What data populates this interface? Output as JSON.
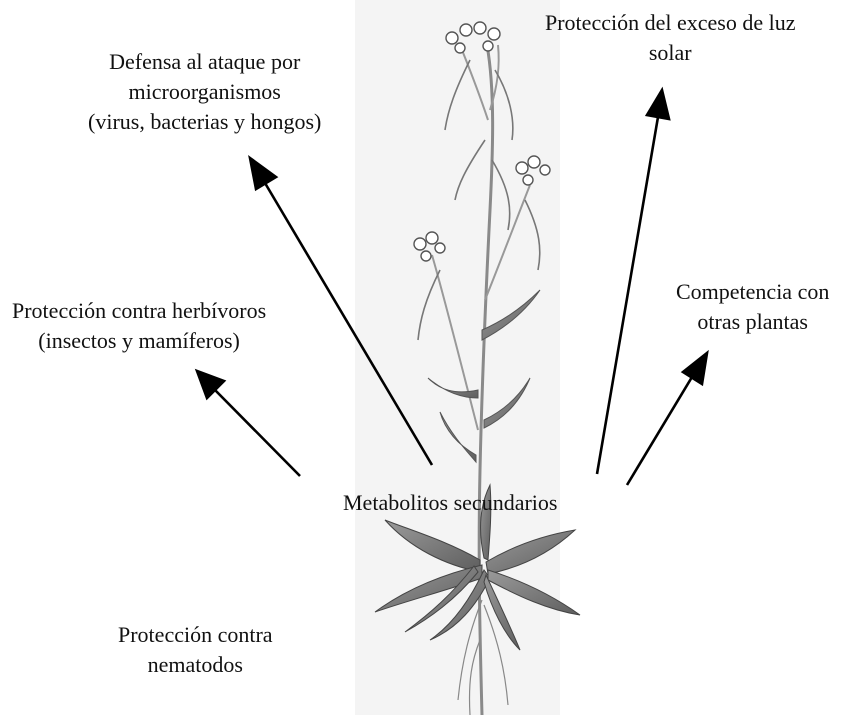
{
  "center": {
    "label": "Metabolitos secundarios"
  },
  "labels": {
    "microorganisms": [
      "Defensa al ataque por",
      "microorganismos",
      "(virus, bacterias y hongos)"
    ],
    "sunlight": [
      "Protección del exceso de luz",
      "solar"
    ],
    "herbivores": [
      "Protección contra herbívoros",
      "(insectos y mamíferos)"
    ],
    "competition": [
      "Competencia con",
      "otras plantas"
    ],
    "nematodes": [
      "Protección contra",
      "nematodos"
    ]
  },
  "colors": {
    "ink": "#111111",
    "plant_light": "#d7d7d7",
    "plant_dark": "#6e6e6e",
    "stem": "#8a8a8a"
  },
  "arrows": [
    "arrow-to-microorganisms",
    "arrow-to-herbivores",
    "arrow-to-sunlight",
    "arrow-to-competition"
  ]
}
